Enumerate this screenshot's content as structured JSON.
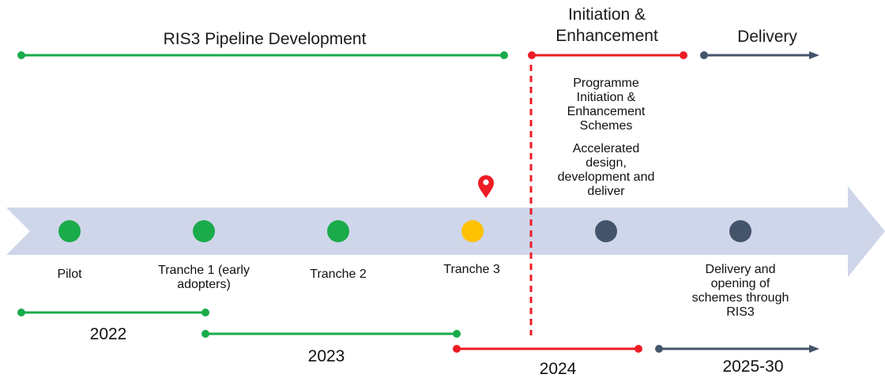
{
  "phases": {
    "pipeline": "RIS3 Pipeline Development",
    "initiation_line1": "Initiation &",
    "initiation_line2": "Enhancement",
    "delivery": "Delivery"
  },
  "notes": {
    "programme": [
      "Programme",
      "Initiation &",
      "Enhancement",
      "Schemes"
    ],
    "accelerated": [
      "Accelerated",
      "design,",
      "development and",
      "deliver"
    ],
    "delivery": [
      "Delivery and",
      "opening of",
      "schemes through",
      "RIS3"
    ]
  },
  "milestones": [
    {
      "lines": [
        "Pilot"
      ],
      "status": "complete"
    },
    {
      "lines": [
        "Tranche 1 (early",
        "adopters)"
      ],
      "status": "complete"
    },
    {
      "lines": [
        "Tranche 2"
      ],
      "status": "complete"
    },
    {
      "lines": [
        "Tranche 3"
      ],
      "status": "current"
    },
    {
      "lines": [],
      "status": "future"
    },
    {
      "lines": [],
      "status": "future"
    }
  ],
  "years": [
    "2022",
    "2023",
    "2024",
    "2025-30"
  ],
  "icons": {
    "current_marker": "location-pin-icon"
  },
  "colors": {
    "green": "#1aab4b",
    "red": "#ee1c25",
    "slate": "#44546a",
    "amber": "#ffc000",
    "arrow": "#cfd6ea"
  }
}
